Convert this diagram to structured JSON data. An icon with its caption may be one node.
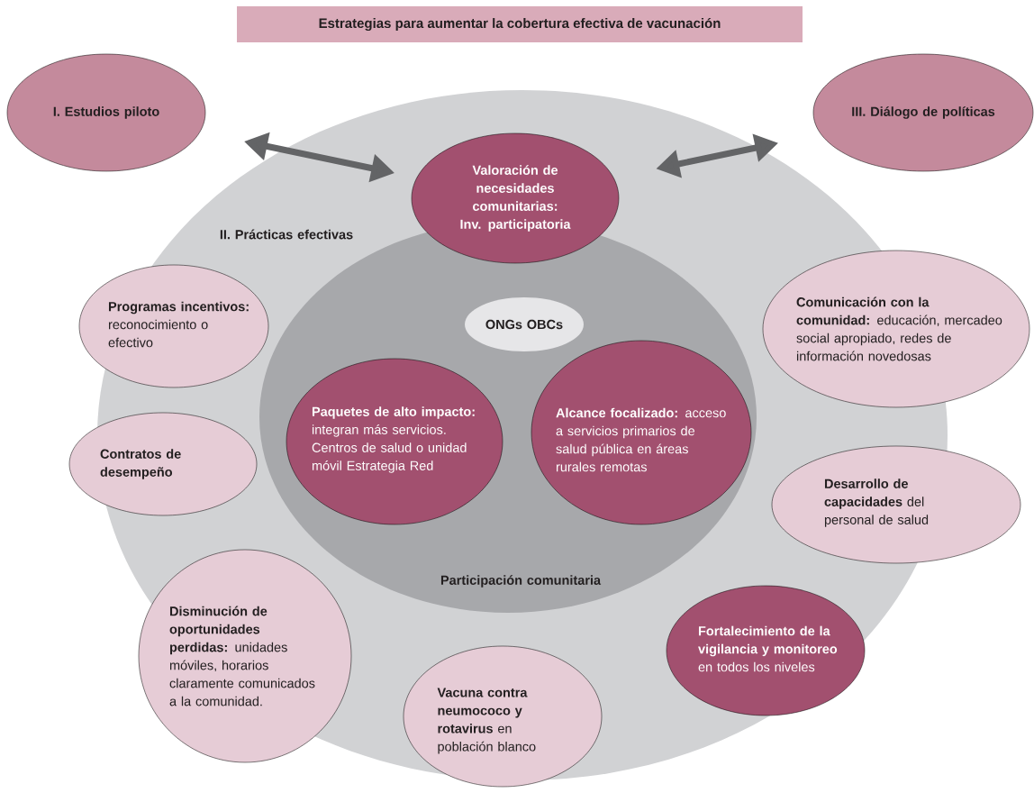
{
  "diagram": {
    "title": "Estrategias para aumentar la cobertura efectiva de vacunación",
    "nodes": [
      {
        "text": [
          "I.  Estudios piloto"
        ]
      },
      {
        "text": [
          "III.  Diálogo de políticas"
        ]
      },
      {
        "text": [
          "II.  Prácticas efectivas"
        ]
      },
      {
        "text": [
          "Valoración de necesidades comunitarias: Inv. participatoria"
        ],
        "in": 2
      },
      {
        "text": [
          "**Programas incentivos:** reconocimiento o efectivo"
        ],
        "in": 2
      },
      {
        "text": [
          "**Comunicación con la comunidad:** educación, mercadeo social apropiado, redes de información novedosas"
        ]
      },
      {
        "text": [
          "Participación comunitaria"
        ],
        "in": 2
      },
      {
        "text": [
          "ONGs  OBCs"
        ],
        "in": 6
      },
      {
        "text": [
          "**Paquetes de alto impacto:** integran más servicios. Centros de salud o unidad móvil Estrategia Red"
        ],
        "in": 6
      },
      {
        "text": [
          "**Alcance focalizado:** acceso a servicios primarios de salud pública en áreas rurales remotas"
        ],
        "in": 6
      },
      {
        "text": [
          "Contratos de desempeño"
        ],
        "in": 2
      },
      {
        "text": [
          "**Desarrollo de capacidades** del personal de salud"
        ]
      },
      {
        "text": [
          "**Disminución de oportunidades perdidas:** unidades móviles, horarios claramente comunicados a la comunidad."
        ],
        "in": 2
      },
      {
        "text": [
          "**Fortalecimiento de la vigilancia y monitoreo** en todos los niveles"
        ],
        "in": 2
      },
      {
        "text": [
          "**Vacuna contra neumococo y rotavirus** en población blanco"
        ],
        "in": 2
      }
    ],
    "edges": [
      {
        "from": 0,
        "to": 3,
        "arrow": "both"
      },
      {
        "from": 1,
        "to": 3,
        "arrow": "both"
      }
    ]
  }
}
